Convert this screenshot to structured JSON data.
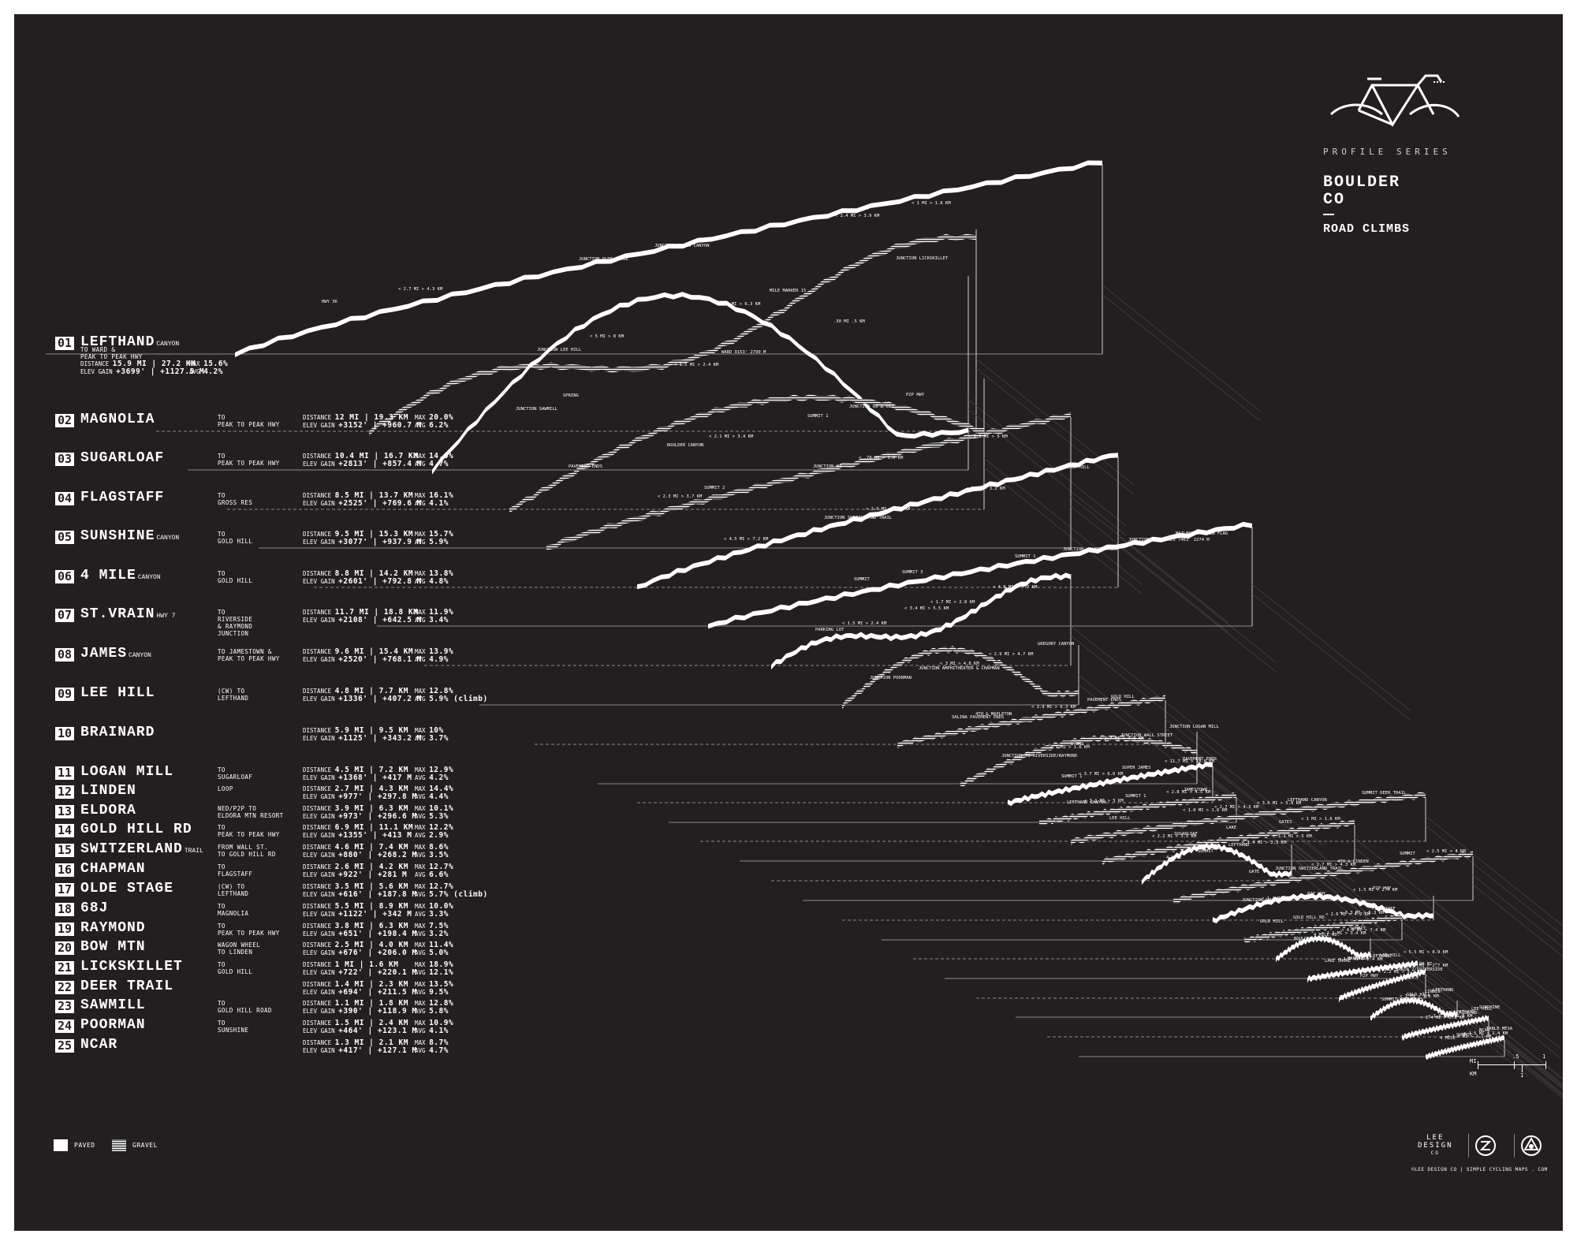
{
  "header": {
    "series": "PROFILE SERIES",
    "title_line1": "BOULDER",
    "title_line2": "CO",
    "subtitle": "ROAD CLIMBS"
  },
  "legend": {
    "paved": "PAVED",
    "gravel": "GRAVEL"
  },
  "labels": {
    "distance": "DISTANCE",
    "elev_gain": "ELEV GAIN",
    "max": "MAX",
    "avg": "AVG"
  },
  "scale": {
    "unit_mi": "MI",
    "unit_km": "KM",
    "tick_half": ".5",
    "tick_one_mi": "1",
    "tick_one_km": "1"
  },
  "footer": {
    "brand_line1": "LEE",
    "brand_line2": "DESIGN",
    "brand_line3": "CO",
    "credit": "©LEE DESIGN CO | SIMPLE CYCLING MAPS . COM"
  },
  "climbs": [
    {
      "num": "01",
      "name": "LEFTHAND",
      "sub": "CANYON",
      "to": "TO WARD &\nPEAK TO PEAK HWY",
      "dist": "15.9 MI | 27.2 KM",
      "gain": "+3699' | +1127.5 M",
      "max": "15.6%",
      "avg": "4.2%"
    },
    {
      "num": "02",
      "name": "MAGNOLIA",
      "sub": "",
      "to": "TO\nPEAK TO PEAK HWY",
      "dist": "12 MI | 19.3 KM",
      "gain": "+3152' | +960.7 M",
      "max": "20.0%",
      "avg": "6.2%"
    },
    {
      "num": "03",
      "name": "SUGARLOAF",
      "sub": "",
      "to": "TO\nPEAK TO PEAK HWY",
      "dist": "10.4 MI | 16.7 KM",
      "gain": "+2813' | +857.4 M",
      "max": "14.0%",
      "avg": "4.7%"
    },
    {
      "num": "04",
      "name": "FLAGSTAFF",
      "sub": "",
      "to": "TO\nGROSS RES",
      "dist": "8.5 MI | 13.7 KM",
      "gain": "+2525' | +769.6 M",
      "max": "16.1%",
      "avg": "4.1%"
    },
    {
      "num": "05",
      "name": "SUNSHINE",
      "sub": "CANYON",
      "to": "TO\nGOLD HILL",
      "dist": "9.5 MI | 15.3 KM",
      "gain": "+3077' | +937.9 M",
      "max": "15.7%",
      "avg": "5.9%"
    },
    {
      "num": "06",
      "name": "4 MILE",
      "sub": "CANYON",
      "to": "TO\nGOLD HILL",
      "dist": "8.8 MI | 14.2 KM",
      "gain": "+2601' | +792.8 M",
      "max": "13.8%",
      "avg": "4.8%"
    },
    {
      "num": "07",
      "name": "ST.VRAIN",
      "sub": "HWY 7",
      "to": "TO\nRIVERSIDE\n& RAYMOND\nJUNCTION",
      "dist": "11.7 MI | 18.8 KM",
      "gain": "+2108' | +642.5 M",
      "max": "11.9%",
      "avg": "3.4%"
    },
    {
      "num": "08",
      "name": "JAMES",
      "sub": "CANYON",
      "to": "TO JAMESTOWN &\nPEAK TO PEAK HWY",
      "dist": "9.6 MI | 15.4 KM",
      "gain": "+2520' | +768.1 M",
      "max": "13.9%",
      "avg": "4.9%"
    },
    {
      "num": "09",
      "name": "LEE HILL",
      "sub": "",
      "to": "(CW) TO\nLEFTHAND",
      "dist": "4.8 MI | 7.7 KM",
      "gain": "+1336' | +407.2 M",
      "max": "12.8%",
      "avg": "5.9% (climb)"
    },
    {
      "num": "10",
      "name": "BRAINARD",
      "sub": "",
      "to": "",
      "dist": "5.9 MI | 9.5 KM",
      "gain": "+1125' | +343.2 M",
      "max": "10%",
      "avg": "3.7%"
    },
    {
      "num": "11",
      "name": "LOGAN MILL",
      "sub": "",
      "to": "TO\nSUGARLOAF",
      "dist": "4.5 MI | 7.2 KM",
      "gain": "+1368' | +417 M",
      "max": "12.9%",
      "avg": "4.2%"
    },
    {
      "num": "12",
      "name": "LINDEN",
      "sub": "",
      "to": "LOOP",
      "dist": "2.7 MI | 4.3 KM",
      "gain": "+977' | +297.8 M",
      "max": "14.4%",
      "avg": "4.4%"
    },
    {
      "num": "13",
      "name": "ELDORA",
      "sub": "",
      "to": "NED/P2P TO\nELDORA MTN RESORT",
      "dist": "3.9 MI | 6.3 KM",
      "gain": "+973' | +296.6 M",
      "max": "10.1%",
      "avg": "5.3%"
    },
    {
      "num": "14",
      "name": "GOLD HILL RD",
      "sub": "",
      "to": "TO\nPEAK TO PEAK HWY",
      "dist": "6.9 MI | 11.1 KM",
      "gain": "+1355' | +413 M",
      "max": "12.2%",
      "avg": "2.9%"
    },
    {
      "num": "15",
      "name": "SWITZERLAND",
      "sub": "TRAIL",
      "to": "FROM WALL ST.\nTO GOLD HILL RD",
      "dist": "4.6 MI | 7.4 KM",
      "gain": "+880' | +268.2 M",
      "max": "8.6%",
      "avg": "3.5%"
    },
    {
      "num": "16",
      "name": "CHAPMAN",
      "sub": "",
      "to": "TO\nFLAGSTAFF",
      "dist": "2.6 MI | 4.2 KM",
      "gain": "+922' | +281 M",
      "max": "12.7%",
      "avg": "6.6%"
    },
    {
      "num": "17",
      "name": "OLDE STAGE",
      "sub": "",
      "to": "(CW) TO\nLEFTHAND",
      "dist": "3.5 MI | 5.6 KM",
      "gain": "+616' | +187.8 M",
      "max": "12.7%",
      "avg": "5.7% (climb)"
    },
    {
      "num": "18",
      "name": "68J",
      "sub": "",
      "to": "TO\nMAGNOLIA",
      "dist": "5.5 MI | 8.9 KM",
      "gain": "+1122' | +342 M",
      "max": "10.0%",
      "avg": "3.3%"
    },
    {
      "num": "19",
      "name": "RAYMOND",
      "sub": "",
      "to": "TO\nPEAK TO PEAK HWY",
      "dist": "3.8 MI | 6.3 KM",
      "gain": "+651' | +198.4 M",
      "max": "7.5%",
      "avg": "3.2%"
    },
    {
      "num": "20",
      "name": "BOW MTN",
      "sub": "",
      "to": "WAGON WHEEL\nTO LINDEN",
      "dist": "2.5 MI | 4.0 KM",
      "gain": "+676' | +206.0 M",
      "max": "11.4%",
      "avg": "5.0%"
    },
    {
      "num": "21",
      "name": "LICKSKILLET",
      "sub": "",
      "to": "TO\nGOLD HILL",
      "dist": "1 MI | 1.6 KM",
      "gain": "+722' | +220.1 M",
      "max": "18.9%",
      "avg": "12.1%"
    },
    {
      "num": "22",
      "name": "DEER TRAIL",
      "sub": "",
      "to": "",
      "dist": "1.4 MI | 2.3 KM",
      "gain": "+694' | +211.5 M",
      "max": "13.5%",
      "avg": "9.5%"
    },
    {
      "num": "23",
      "name": "SAWMILL",
      "sub": "",
      "to": "TO\nGOLD HILL ROAD",
      "dist": "1.1 MI | 1.8 KM",
      "gain": "+390' | +118.9 M",
      "max": "12.8%",
      "avg": "5.8%"
    },
    {
      "num": "24",
      "name": "POORMAN",
      "sub": "",
      "to": "TO\nSUNSHINE",
      "dist": "1.5 MI | 2.4 KM",
      "gain": "+464' | +123.1 M",
      "max": "10.9%",
      "avg": "4.1%"
    },
    {
      "num": "25",
      "name": "NCAR",
      "sub": "",
      "to": "",
      "dist": "1.3 MI | 2.1 KM",
      "gain": "+417' | +127.1 M",
      "max": "8.7%",
      "avg": "4.7%"
    }
  ],
  "annotations": [
    "HWY 36",
    "JUNCTION OLDE STAGE",
    "< 2.4 MI > 3.9 KM",
    "< 2.7 MI > 4.3 KM",
    "JUNCTION JAMES CANYON",
    "< 1 MI > 1.6 KM",
    "JUNCTION LEE HILL",
    "< 3.9 MI > 6.3 KM",
    "JUNCTION LICKSKILLET",
    "< 5 MI > 8 KM",
    "MILE MARKER 15",
    "JUNCTION SAWMILL",
    "< 1.5 MI > 2.4 KM",
    ".30 MI .5 KM",
    "SPRING",
    "WARD 9153' 2790 M",
    "P2P HWY",
    "BOULDER CANYON",
    "SUMMIT 1",
    "PAVEMENT ENDS",
    "< 2.1 MI > 3.4 KM",
    "JUNCTION 68 > 68J",
    "< 2.3 MI > 3.7 KM",
    "JUNCTION 97",
    "< 3.1 MI > 5 KM",
    "SUMMIT 2",
    "< .70 MI > 1.0 KM",
    "GOLD HILL",
    "JUNCTION SWITZERLAND TRAIL",
    "< 2 MI > 3.2 KM",
    "< 4.5 MI > 7.2 KM",
    "< 2.9 MI > 4.7 KM",
    "JUNCTION GROSS RES 7463' 2274 M",
    "SUMMIT",
    "SUMMIT 1",
    "MAILBOXES SUPER FLAG",
    "SUMMIT 3",
    "JUNCTION WALKER RANCH",
    "PARKING LOT",
    "< 3.4 MI > 5.5 KM",
    "< 4.8 MI > 7.7 KM",
    "< 1.5 MI > 2.4 KM",
    "< 1.7 MI > 2.8 KM",
    "GREGORY CANYON",
    "JUNCTION AMPHITHEATER & CHAPMAN",
    "< 2.9 MI > 4.7 KM",
    "JUNCTION POORMAN",
    "< 3 MI > 4.8 KM",
    "PAVEMENT ENDS",
    "SALINA PAVEMENT ENDS",
    "< 3.9 MI > 6.3 KM",
    "GOLD HILL",
    "4TH & MAPLETON",
    "< 2.7 MI > 4.3 KM",
    "JUNCTION LOGAN MILL",
    "< 1 MI > 1.6 KM",
    "JUNCTION WALL STREET",
    "JUNCTION TO RIVERSIDE/RAYMOND",
    "LYONS",
    "< 11.7 MI > 18.8 KM",
    "SUMMIT 1",
    "SUPER JAMES",
    "PAVEMENT ENDS",
    "< 3.7 MI > 6.0 KM",
    "< 2.8 MI > 4.5 KM",
    "LEFTHAND CANYON",
    "SUMMIT 1",
    "JAMESTOWN",
    "< 3.1 MI > 5 KM",
    "< 3.6 MI > 5.8 KM",
    "SUMMIT DEER TRAIL",
    "< 1.0 MI > 1.6 KM",
    "LEFTHAND CANYON",
    "LEE HILL",
    "< 2.7 MI > 4.3 KM",
    "GATES",
    "< 2.2 MI > 3.5 KM",
    "LAKE",
    "< 1 MI > 1.6 KM",
    "SUGARLOAF",
    "LEFTHAND",
    "< 3.1 MI > 5 KM",
    "SUMMIT",
    "< 1.4 MI > 2.3 KM",
    "4 MILE",
    "< 2.7 MI > 4.3 KM",
    "SUMMIT",
    "GATE",
    "4TH & LINDEN",
    "< 2.5 MI > 4 KM",
    "JUNCTION SWITZERLAND TRAIL",
    "< 1.5 MI > 2.4 KM",
    "JUNCTION SAWMILL",
    "P2P HWY",
    "P2P HWY",
    "< 1.4 MI >",
    "< 2.6 MI > 4.2 KM",
    "FLAGSTAFF",
    "GOLD HILL RD.",
    "< 3.3 MI > 5.3 KM",
    "GOLD HILL",
    "4 MILE RD.",
    "< 4.6 MI > 7.4 KM",
    "BOULDER CANYON",
    "< 2.1 MI > 3.4 KM",
    "SUMMIT",
    "< 1.5 MI > 2.4 KM",
    "LEFTHAND",
    "< 5.5 MI > 8.9 KM",
    "MAGNOLIA",
    "LEE HILL",
    "LAKE SHORE",
    "< 2.2 MI > 3.5 KM",
    "< 1.7 MI > 2.7 KM",
    "P2P HWY",
    "ST. VRAIN 7/ RIVERSIDE",
    "< .90 MI >",
    "< 1 MI > 1.6 KM",
    "LINDEN",
    "SUMMIT MAILBOXES",
    "GOLD HILL",
    "LEFTHAND",
    "< 1.4 MI > 2.3 KM",
    "GOLD HILL RD.",
    "LEE HILL",
    "< 1.1 MI > 1.8 KM",
    "LEFTHAND",
    "SUNSHINE",
    "SUMMIT",
    "NCAR",
    "4 MILE",
    "< 1.5 MI > 2.4 KM",
    "TABLE MESA",
    "< 1.3 MI > 2.1 KM"
  ]
}
